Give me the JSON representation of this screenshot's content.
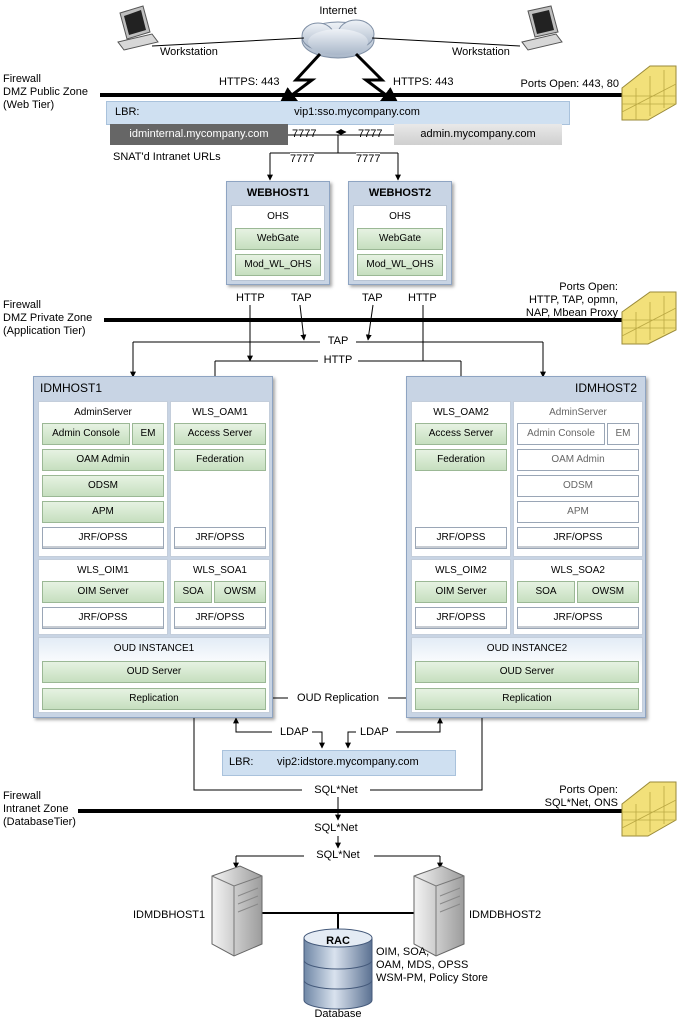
{
  "top": {
    "internet": "Internet",
    "workstation_left": "Workstation",
    "workstation_right": "Workstation",
    "https_left": "HTTPS: 443",
    "https_right": "HTTPS: 443"
  },
  "zones": {
    "dmz_public": {
      "line1": "Firewall",
      "line2": "DMZ Public Zone",
      "line3": "(Web Tier)",
      "ports": "Ports Open: 443, 80"
    },
    "dmz_private": {
      "line1": "Firewall",
      "line2": "DMZ Private Zone",
      "line3": "(Application Tier)",
      "ports1": "Ports Open:",
      "ports2": "HTTP, TAP, opmn,",
      "ports3": "NAP, Mbean Proxy"
    },
    "intranet": {
      "line1": "Firewall",
      "line2": "Intranet Zone",
      "line3": "(DatabaseTier)",
      "ports1": "Ports Open:",
      "ports2": "SQL*Net, ONS"
    }
  },
  "lbr1": {
    "label": "LBR:",
    "vip": "vip1:sso.mycompany.com",
    "url_left": "idminternal.mycompany.com",
    "url_right": "admin.mycompany.com",
    "port_left": "7777",
    "port_right": "7777",
    "snat": "SNAT'd Intranet URLs",
    "port_wh1": "7777",
    "port_wh2": "7777"
  },
  "webhosts": [
    {
      "name": "WEBHOST1",
      "ohs": "OHS",
      "webgate": "WebGate",
      "mod": "Mod_WL_OHS"
    },
    {
      "name": "WEBHOST2",
      "ohs": "OHS",
      "webgate": "WebGate",
      "mod": "Mod_WL_OHS"
    }
  ],
  "protocols": {
    "http": "HTTP",
    "tap": "TAP",
    "tap_bus": "TAP",
    "http_bus": "HTTP"
  },
  "idmhost1": {
    "name": "IDMHOST1",
    "adminserver": {
      "title": "AdminServer",
      "console": "Admin Console",
      "em": "EM",
      "oam_admin": "OAM Admin",
      "odsm": "ODSM",
      "apm": "APM",
      "jrf": "JRF/OPSS"
    },
    "wls_oam": {
      "title": "WLS_OAM1",
      "access": "Access Server",
      "federation": "Federation",
      "jrf": "JRF/OPSS"
    },
    "wls_oim": {
      "title": "WLS_OIM1",
      "oim": "OIM Server",
      "jrf": "JRF/OPSS"
    },
    "wls_soa": {
      "title": "WLS_SOA1",
      "soa": "SOA",
      "owsm": "OWSM",
      "jrf": "JRF/OPSS"
    },
    "oud": {
      "title": "OUD INSTANCE1",
      "server": "OUD Server",
      "replication": "Replication"
    }
  },
  "idmhost2": {
    "name": "IDMHOST2",
    "wls_oam": {
      "title": "WLS_OAM2",
      "access": "Access Server",
      "federation": "Federation",
      "jrf": "JRF/OPSS"
    },
    "adminserver": {
      "title": "AdminServer",
      "console": "Admin Console",
      "em": "EM",
      "oam_admin": "OAM Admin",
      "odsm": "ODSM",
      "apm": "APM",
      "jrf": "JRF/OPSS"
    },
    "wls_oim": {
      "title": "WLS_OIM2",
      "oim": "OIM Server",
      "jrf": "JRF/OPSS"
    },
    "wls_soa": {
      "title": "WLS_SOA2",
      "soa": "SOA",
      "owsm": "OWSM",
      "jrf": "JRF/OPSS"
    },
    "oud": {
      "title": "OUD INSTANCE2",
      "server": "OUD Server",
      "replication": "Replication"
    }
  },
  "oud_replication": "OUD Replication",
  "lbr2": {
    "ldap_left": "LDAP",
    "ldap_right": "LDAP",
    "label": "LBR:",
    "vip": "vip2:idstore.mycompany.com"
  },
  "sqlnet": {
    "top": "SQL*Net",
    "mid": "SQL*Net",
    "bottom": "SQL*Net"
  },
  "database": {
    "host1": "IDMDBHOST1",
    "host2": "IDMDBHOST2",
    "rac": "RAC",
    "contents1": "OIM, SOA,",
    "contents2": "OAM, MDS, OPSS",
    "contents3": "WSM-PM, Policy Store",
    "label": "Database"
  },
  "colors": {
    "component_green": "#c6dfbf",
    "host_blue": "#c8d4e4",
    "lbr_blue": "#cfe0f1",
    "firewall_brick": "#f2e07a"
  }
}
